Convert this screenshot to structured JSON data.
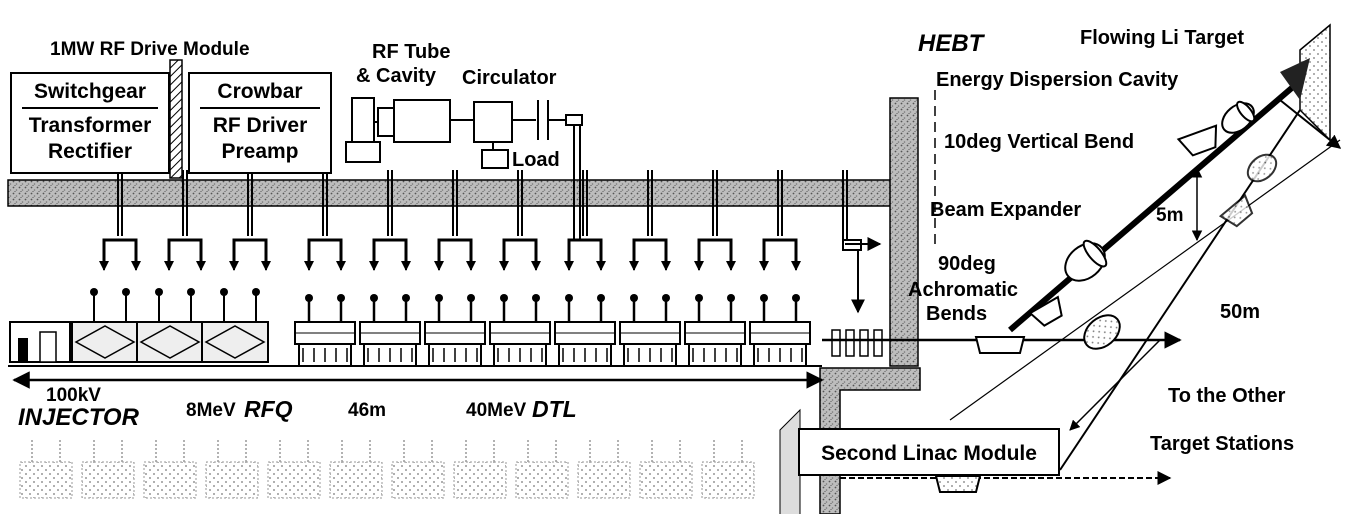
{
  "labels": {
    "rf_drive_module": "1MW RF Drive Module",
    "rf_tube_cavity_1": "RF Tube",
    "rf_tube_cavity_2": "& Cavity",
    "circulator": "Circulator",
    "load": "Load",
    "hebt": "HEBT",
    "flowing_li_target": "Flowing Li Target",
    "energy_dispersion_cavity": "Energy Dispersion Cavity",
    "vertical_bend": "10deg Vertical Bend",
    "beam_expander": "Beam Expander",
    "achromatic_bends_1": "90deg",
    "achromatic_bends_2": "Achromatic",
    "achromatic_bends_3": "Bends",
    "five_m": "5m",
    "fifty_m": "50m",
    "kv_100": "100kV",
    "injector": "INJECTOR",
    "rfq_energy": "8MeV",
    "rfq": "RFQ",
    "length_46m": "46m",
    "dtl_energy": "40MeV",
    "dtl": "DTL",
    "other_stations_1": "To the Other",
    "other_stations_2": "Target Stations"
  },
  "boxes": {
    "switchgear": {
      "top": "Switchgear",
      "bottom1": "Transformer",
      "bottom2": "Rectifier"
    },
    "crowbar": {
      "top": "Crowbar",
      "bottom1": "RF Driver",
      "bottom2": "Preamp"
    },
    "second_linac": "Second Linac Module"
  },
  "colors": {
    "ink": "#000000",
    "wall": "#9a9a9a",
    "wall_dark": "#6e6e6e",
    "paper": "#ffffff"
  }
}
